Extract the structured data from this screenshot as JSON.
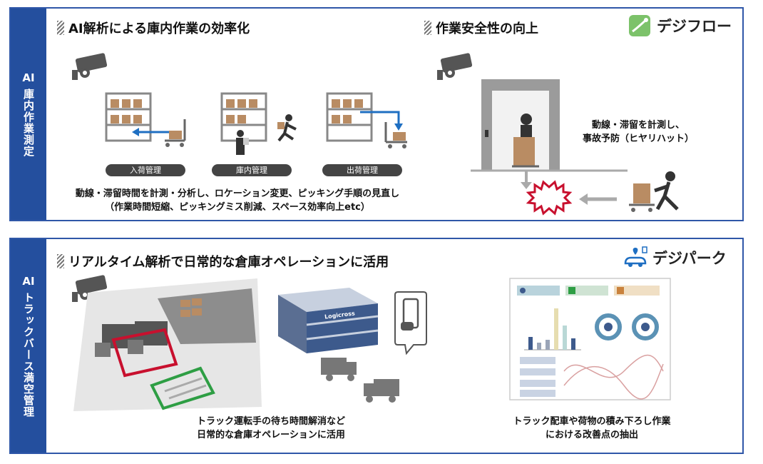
{
  "panel_top": {
    "side_label_ai": "AI",
    "side_label": "庫内作業測定",
    "heading_left": "AI解析による庫内作業の効率化",
    "heading_right": "作業安全性の向上",
    "brand": "デジフロー",
    "pills": [
      "入荷管理",
      "庫内管理",
      "出荷管理"
    ],
    "caption_left_line1": "動線・滞留時間を計測・分析し、ロケーション変更、ピッキング手順の見直し",
    "caption_left_line2": "（作業時間短縮、ピッキングミス削減、スペース効率向上etc）",
    "caption_right_line1": "動線・滞留を計測し、",
    "caption_right_line2": "事故予防（ヒヤリハット）"
  },
  "panel_bottom": {
    "side_label_ai": "AI",
    "side_label": "トラックバース満空管理",
    "heading": "リアルタイム解析で日常的な倉庫オペレーションに活用",
    "brand": "デジパーク",
    "building_sign": "Logicross",
    "caption_left_line1": "トラック運転手の待ち時間解消など",
    "caption_left_line2": "日常的な倉庫オペレーションに活用",
    "caption_right_line1": "トラック配車や荷物の積み下ろし作業",
    "caption_right_line2": "における改善点の抽出"
  },
  "colors": {
    "accent_blue": "#244f9e",
    "arrow_blue": "#1f6fc2",
    "alert_red": "#c8102e",
    "box_brown": "#b98c63",
    "zone_green": "#2e9e44"
  }
}
